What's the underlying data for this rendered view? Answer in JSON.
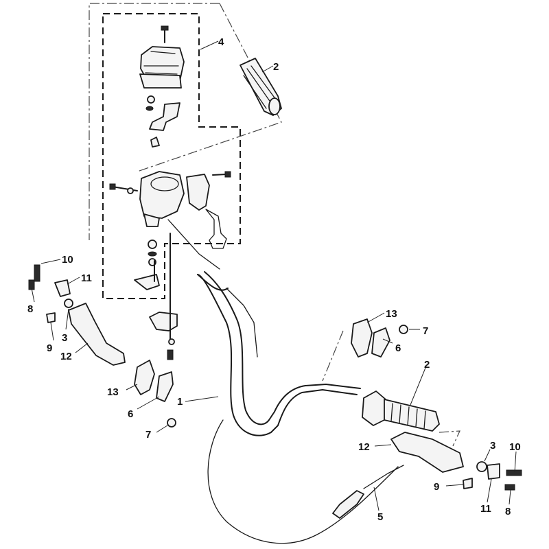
{
  "labels": {
    "l1": "1",
    "l2a": "2",
    "l2b": "2",
    "l3a": "3",
    "l3b": "3",
    "l4": "4",
    "l5": "5",
    "l6a": "6",
    "l6b": "6",
    "l7a": "7",
    "l7b": "7",
    "l8a": "8",
    "l8b": "8",
    "l9a": "9",
    "l9b": "9",
    "l10a": "10",
    "l10b": "10",
    "l11a": "11",
    "l11b": "11",
    "l12a": "12",
    "l12b": "12",
    "l13a": "13",
    "l13b": "13"
  }
}
